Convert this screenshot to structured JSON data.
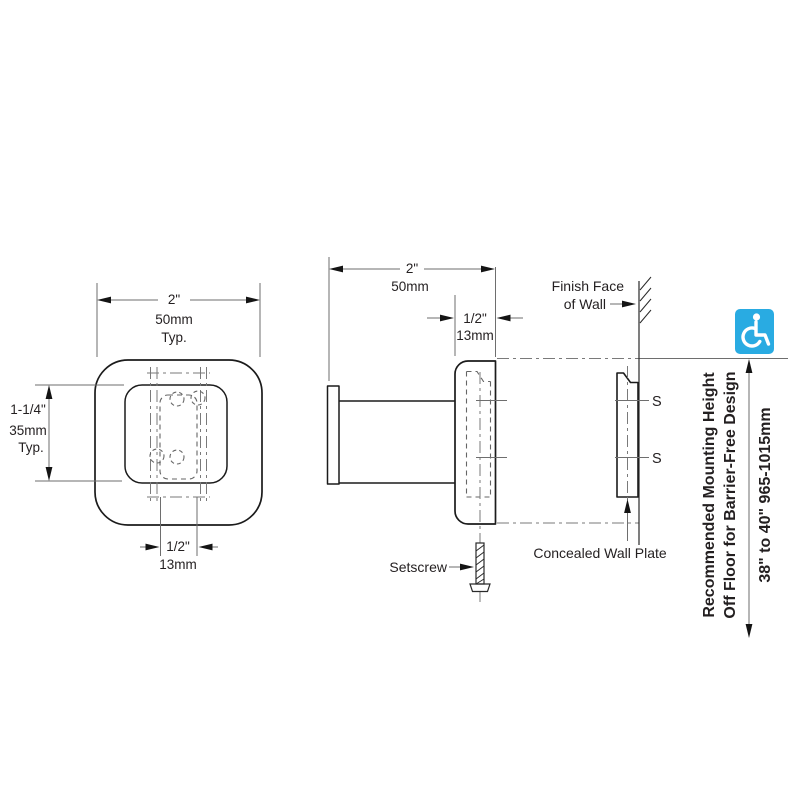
{
  "drawing": {
    "front_view": {
      "dim_width": {
        "inches": "2\"",
        "mm": "50mm",
        "qual": "Typ."
      },
      "dim_height": {
        "inches": "1-1/4\"",
        "mm": "35mm",
        "qual": "Typ."
      },
      "dim_slot": {
        "inches": "1/2\"",
        "mm": "13mm"
      }
    },
    "side_view": {
      "dim_depth": {
        "inches": "2\"",
        "mm": "50mm"
      },
      "dim_flange": {
        "inches": "1/2\"",
        "mm": "13mm"
      },
      "wall_label": {
        "line1": "Finish Face",
        "line2": "of Wall"
      },
      "setscrew_label": "Setscrew",
      "plate_label": "Concealed Wall Plate",
      "screw_mark": "S"
    },
    "mounting": {
      "note_line1": "Recommended Mounting Height",
      "note_line2": "Off Floor for Barrier-Free Design",
      "range": "38\" to 40\"  965-1015mm",
      "accent_red": "#E9372A",
      "icon_blue": "#29ABE2",
      "icon": "wheelchair-accessibility-icon"
    }
  }
}
